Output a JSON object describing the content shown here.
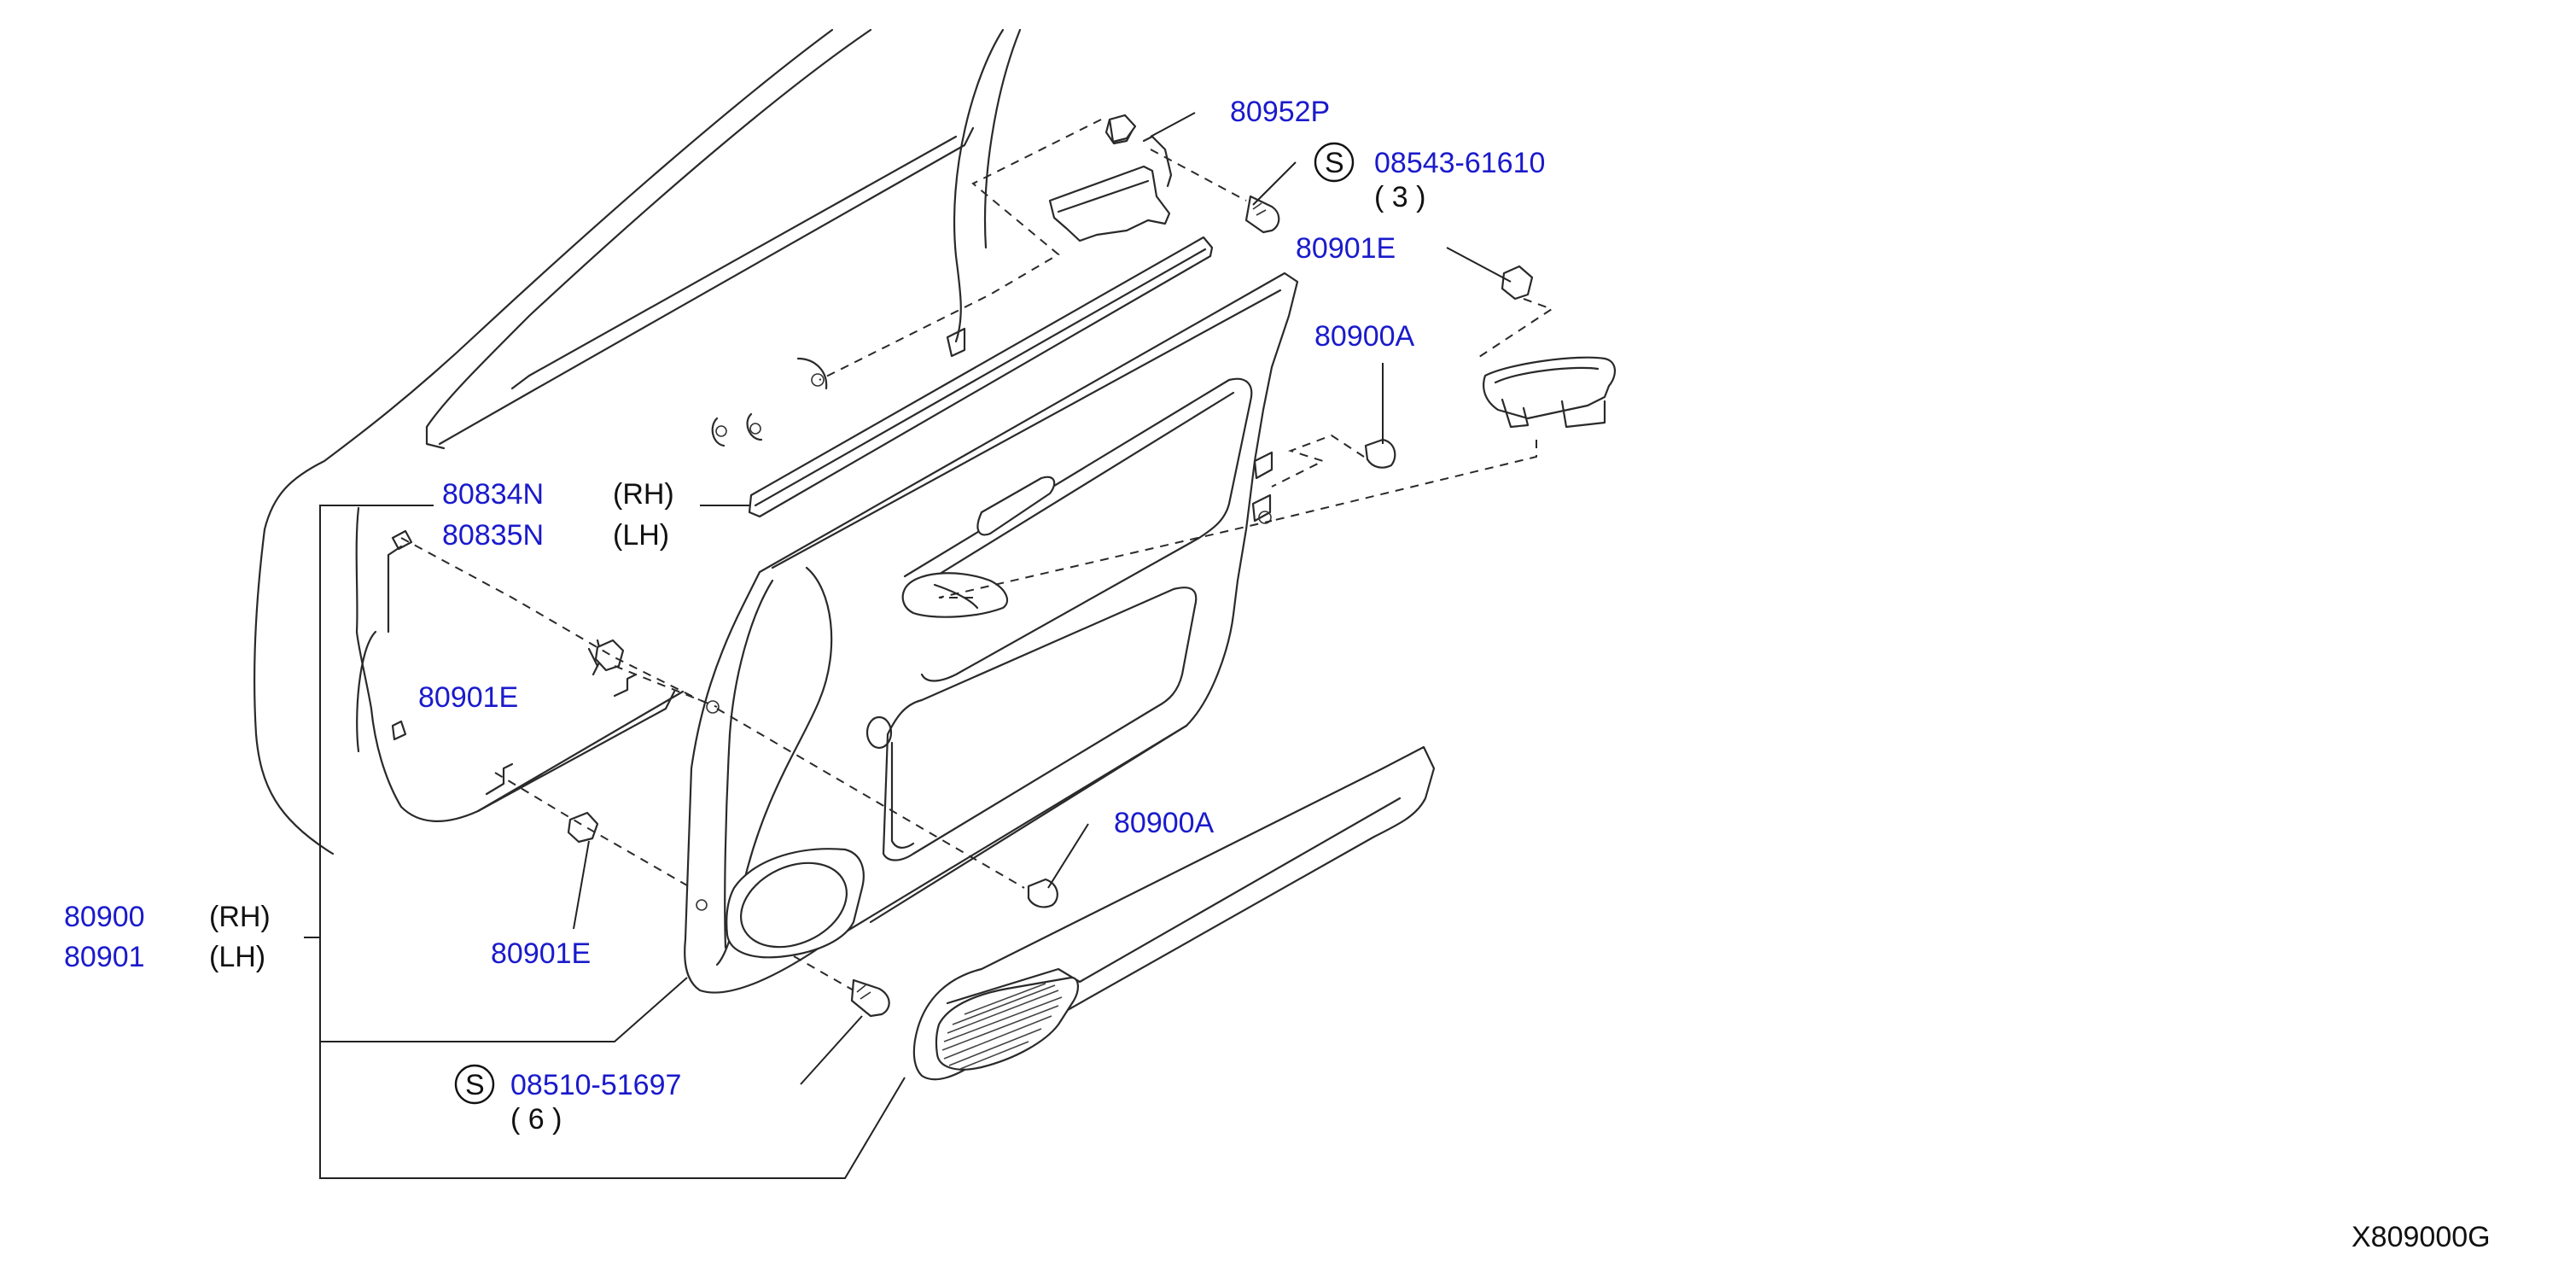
{
  "labels": {
    "p80952P": "80952P",
    "s08543_61610": "08543-61610",
    "qty3": "( 3 )",
    "p80901E_top": "80901E",
    "p80900A_top": "80900A",
    "p80834N": "80834N",
    "rh_80834N": "(RH)",
    "p80835N": "80835N",
    "lh_80835N": "(LH)",
    "p80901E_mid": "80901E",
    "p80900A_mid": "80900A",
    "p80901E_low": "80901E",
    "p80900": "80900",
    "rh_80900": "(RH)",
    "p80901": "80901",
    "lh_80901": "(LH)",
    "s08510_51697": "08510-51697",
    "qty6": "( 6 )",
    "s_mark": "S"
  },
  "reference_code": "X809000G",
  "colors": {
    "part_number": "#1a1acc",
    "line": "#2a2a2a",
    "text": "#111111"
  }
}
